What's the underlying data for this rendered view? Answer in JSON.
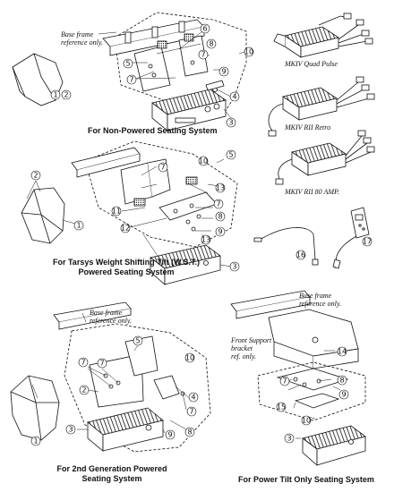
{
  "diagram": {
    "captions": {
      "non_powered": "For Non-Powered Seating System",
      "wst_line1": "For Tarsys Weight Shifting Tilt (W.S.T.)",
      "wst_line2": "Powered Seating System",
      "gen2_line1": "For 2nd Generation Powered",
      "gen2_line2": "Seating System",
      "power_tilt": "For Power Tilt Only Seating System"
    },
    "notes": {
      "base_frame_top_1": "Base frame",
      "base_frame_top_2": "reference only.",
      "base_frame_gen2_1": "Base frame",
      "base_frame_gen2_2": "reference only.",
      "base_frame_tilt_1": "Base frame",
      "base_frame_tilt_2": "reference only.",
      "front_support_1": "Front Support",
      "front_support_2": "bracket",
      "front_support_3": "ref. only."
    },
    "models": {
      "quad_pulse": "MKIV Quad Pulse",
      "rii_retro": "MKIV RII Retro",
      "rii_80": "MKIV RII 80 AMP."
    },
    "callouts": {
      "np": [
        "1",
        "2",
        "3",
        "4",
        "5",
        "6",
        "7",
        "7",
        "8",
        "9",
        "10"
      ],
      "wst": [
        "1",
        "2",
        "3",
        "5",
        "7",
        "7",
        "8",
        "9",
        "10",
        "11",
        "12",
        "13",
        "13"
      ],
      "acc": [
        "16",
        "17"
      ],
      "g2": [
        "1",
        "2",
        "3",
        "4",
        "5",
        "7",
        "7",
        "7",
        "8",
        "9",
        "10"
      ],
      "pt": [
        "3",
        "7",
        "8",
        "9",
        "10",
        "14",
        "15"
      ]
    }
  }
}
